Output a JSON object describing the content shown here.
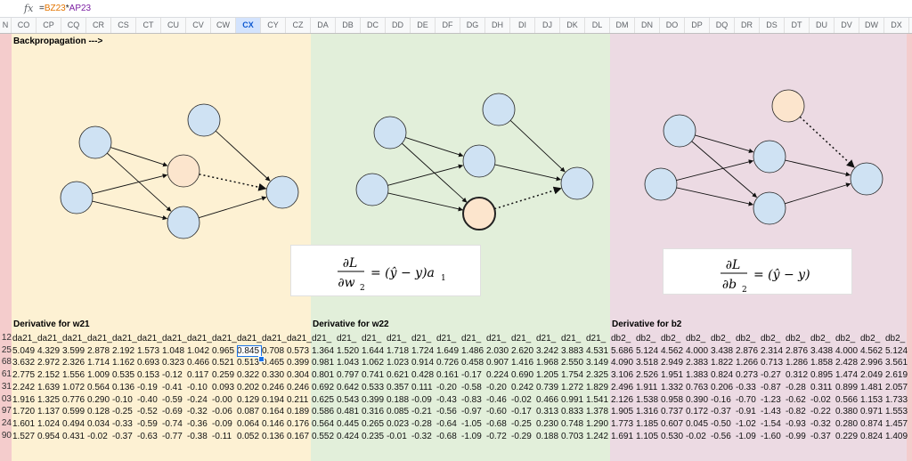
{
  "formula_bar": {
    "fx_icon": "fx",
    "formula_part1": "=",
    "ref1": "BZ23",
    "op": "*",
    "ref2": "AP23"
  },
  "columns": [
    "N",
    "CO",
    "CP",
    "CQ",
    "CR",
    "CS",
    "CT",
    "CU",
    "CV",
    "CW",
    "CX",
    "CY",
    "CZ",
    "DA",
    "DB",
    "DC",
    "DD",
    "DE",
    "DF",
    "DG",
    "DH",
    "DI",
    "DJ",
    "DK",
    "DL",
    "DM",
    "DN",
    "DO",
    "DP",
    "DQ",
    "DR",
    "DS",
    "DT",
    "DU",
    "DV",
    "DW",
    "DX"
  ],
  "selected_column": "CX",
  "section_colors": {
    "w21": "#fdf1d3",
    "w22": "#e2efda",
    "b2": "#ecdae3",
    "node_fill": "#cfe2f3",
    "node_highlight": "#fce5cd"
  },
  "top_label": "Backpropagation --->",
  "equations": {
    "w22": {
      "num": "∂L",
      "den": "∂w",
      "den_sub": "2",
      "rhs": "= (ŷ − y)a",
      "rhs_sub": "1"
    },
    "b2": {
      "num": "∂L",
      "den": "∂b",
      "den_sub": "2",
      "rhs": "= (ŷ − y)"
    }
  },
  "sections": [
    {
      "title": "Derivative for w21",
      "header": "da21_",
      "cols": 12,
      "rows": [
        [
          "5.049",
          "4.329",
          "3.599",
          "2.878",
          "2.192",
          "1.573",
          "1.048",
          "1.042",
          "0.965",
          "0.845",
          "0.708",
          "0.573"
        ],
        [
          "3.632",
          "2.972",
          "2.326",
          "1.714",
          "1.162",
          "0.693",
          "0.323",
          "0.466",
          "0.521",
          "0.513",
          "0.465",
          "0.399"
        ],
        [
          "2.775",
          "2.152",
          "1.556",
          "1.009",
          "0.535",
          "0.153",
          "-0.12",
          "0.117",
          "0.259",
          "0.322",
          "0.330",
          "0.304"
        ],
        [
          "2.242",
          "1.639",
          "1.072",
          "0.564",
          "0.136",
          "-0.19",
          "-0.41",
          "-0.10",
          "0.093",
          "0.202",
          "0.246",
          "0.246"
        ],
        [
          "1.916",
          "1.325",
          "0.776",
          "0.290",
          "-0.10",
          "-0.40",
          "-0.59",
          "-0.24",
          "-0.00",
          "0.129",
          "0.194",
          "0.211"
        ],
        [
          "1.720",
          "1.137",
          "0.599",
          "0.128",
          "-0.25",
          "-0.52",
          "-0.69",
          "-0.32",
          "-0.06",
          "0.087",
          "0.164",
          "0.189"
        ],
        [
          "1.601",
          "1.024",
          "0.494",
          "0.034",
          "-0.33",
          "-0.59",
          "-0.74",
          "-0.36",
          "-0.09",
          "0.064",
          "0.146",
          "0.176"
        ],
        [
          "1.527",
          "0.954",
          "0.431",
          "-0.02",
          "-0.37",
          "-0.63",
          "-0.77",
          "-0.38",
          "-0.11",
          "0.052",
          "0.136",
          "0.167"
        ]
      ]
    },
    {
      "title": "Derivative for w22",
      "header": "d21_",
      "cols": 12,
      "rows": [
        [
          "1.364",
          "1.520",
          "1.644",
          "1.718",
          "1.724",
          "1.649",
          "1.486",
          "2.030",
          "2.620",
          "3.242",
          "3.883",
          "4.531"
        ],
        [
          "0.981",
          "1.043",
          "1.062",
          "1.023",
          "0.914",
          "0.726",
          "0.458",
          "0.907",
          "1.416",
          "1.968",
          "2.550",
          "3.149"
        ],
        [
          "0.801",
          "0.797",
          "0.741",
          "0.621",
          "0.428",
          "0.161",
          "-0.17",
          "0.224",
          "0.690",
          "1.205",
          "1.754",
          "2.325"
        ],
        [
          "0.692",
          "0.642",
          "0.533",
          "0.357",
          "0.111",
          "-0.20",
          "-0.58",
          "-0.20",
          "0.242",
          "0.739",
          "1.272",
          "1.829"
        ],
        [
          "0.625",
          "0.543",
          "0.399",
          "0.188",
          "-0.09",
          "-0.43",
          "-0.83",
          "-0.46",
          "-0.02",
          "0.466",
          "0.991",
          "1.541"
        ],
        [
          "0.586",
          "0.481",
          "0.316",
          "0.085",
          "-0.21",
          "-0.56",
          "-0.97",
          "-0.60",
          "-0.17",
          "0.313",
          "0.833",
          "1.378"
        ],
        [
          "0.564",
          "0.445",
          "0.265",
          "0.023",
          "-0.28",
          "-0.64",
          "-1.05",
          "-0.68",
          "-0.25",
          "0.230",
          "0.748",
          "1.290"
        ],
        [
          "0.552",
          "0.424",
          "0.235",
          "-0.01",
          "-0.32",
          "-0.68",
          "-1.09",
          "-0.72",
          "-0.29",
          "0.188",
          "0.703",
          "1.242"
        ]
      ]
    },
    {
      "title": "Derivative for b2",
      "header": "db2_",
      "cols": 12,
      "rows": [
        [
          "5.686",
          "5.124",
          "4.562",
          "4.000",
          "3.438",
          "2.876",
          "2.314",
          "2.876",
          "3.438",
          "4.000",
          "4.562",
          "5.124"
        ],
        [
          "4.090",
          "3.518",
          "2.949",
          "2.383",
          "1.822",
          "1.266",
          "0.713",
          "1.286",
          "1.858",
          "2.428",
          "2.996",
          "3.561"
        ],
        [
          "3.106",
          "2.526",
          "1.951",
          "1.383",
          "0.824",
          "0.273",
          "-0.27",
          "0.312",
          "0.895",
          "1.474",
          "2.049",
          "2.619"
        ],
        [
          "2.496",
          "1.911",
          "1.332",
          "0.763",
          "0.206",
          "-0.33",
          "-0.87",
          "-0.28",
          "0.311",
          "0.899",
          "1.481",
          "2.057"
        ],
        [
          "2.126",
          "1.538",
          "0.958",
          "0.390",
          "-0.16",
          "-0.70",
          "-1.23",
          "-0.62",
          "-0.02",
          "0.566",
          "1.153",
          "1.733"
        ],
        [
          "1.905",
          "1.316",
          "0.737",
          "0.172",
          "-0.37",
          "-0.91",
          "-1.43",
          "-0.82",
          "-0.22",
          "0.380",
          "0.971",
          "1.553"
        ],
        [
          "1.773",
          "1.185",
          "0.607",
          "0.045",
          "-0.50",
          "-1.02",
          "-1.54",
          "-0.93",
          "-0.32",
          "0.280",
          "0.874",
          "1.457"
        ],
        [
          "1.691",
          "1.105",
          "0.530",
          "-0.02",
          "-0.56",
          "-1.09",
          "-1.60",
          "-0.99",
          "-0.37",
          "0.229",
          "0.824",
          "1.409"
        ]
      ]
    }
  ],
  "row_numbers": [
    "12",
    "25",
    "68",
    "61",
    "31",
    "03",
    "97",
    "24",
    "90"
  ]
}
